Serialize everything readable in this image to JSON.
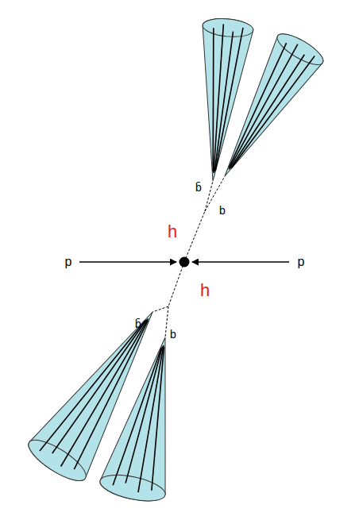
{
  "diagram": {
    "labels": [
      "b̄",
      "b",
      "h",
      "p",
      "p",
      "h",
      "b̄",
      "b"
    ]
  }
}
